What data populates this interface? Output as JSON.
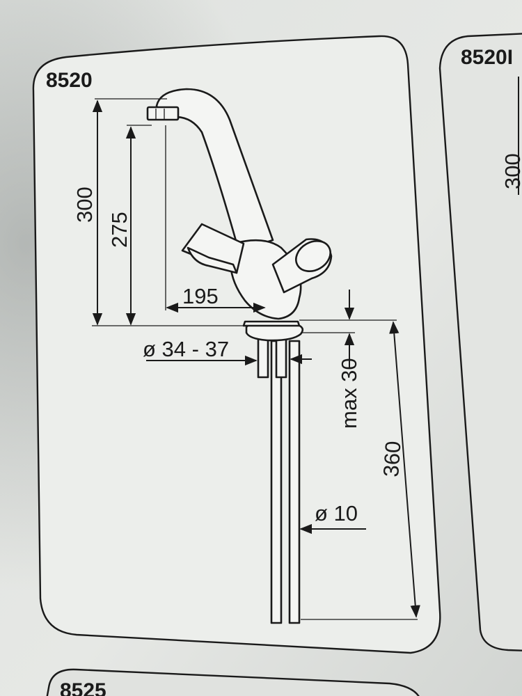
{
  "panels": {
    "main": {
      "model": "8520"
    },
    "right": {
      "model": "8520I",
      "height_label": "300"
    },
    "bottom": {
      "model": "8525"
    }
  },
  "dimensions": {
    "total_height": "300",
    "spout_height": "275",
    "spout_reach": "195",
    "hole_diameter": "ø 34 - 37",
    "max_thickness": "max 30",
    "hose_length": "360",
    "hose_diameter": "ø 10"
  }
}
